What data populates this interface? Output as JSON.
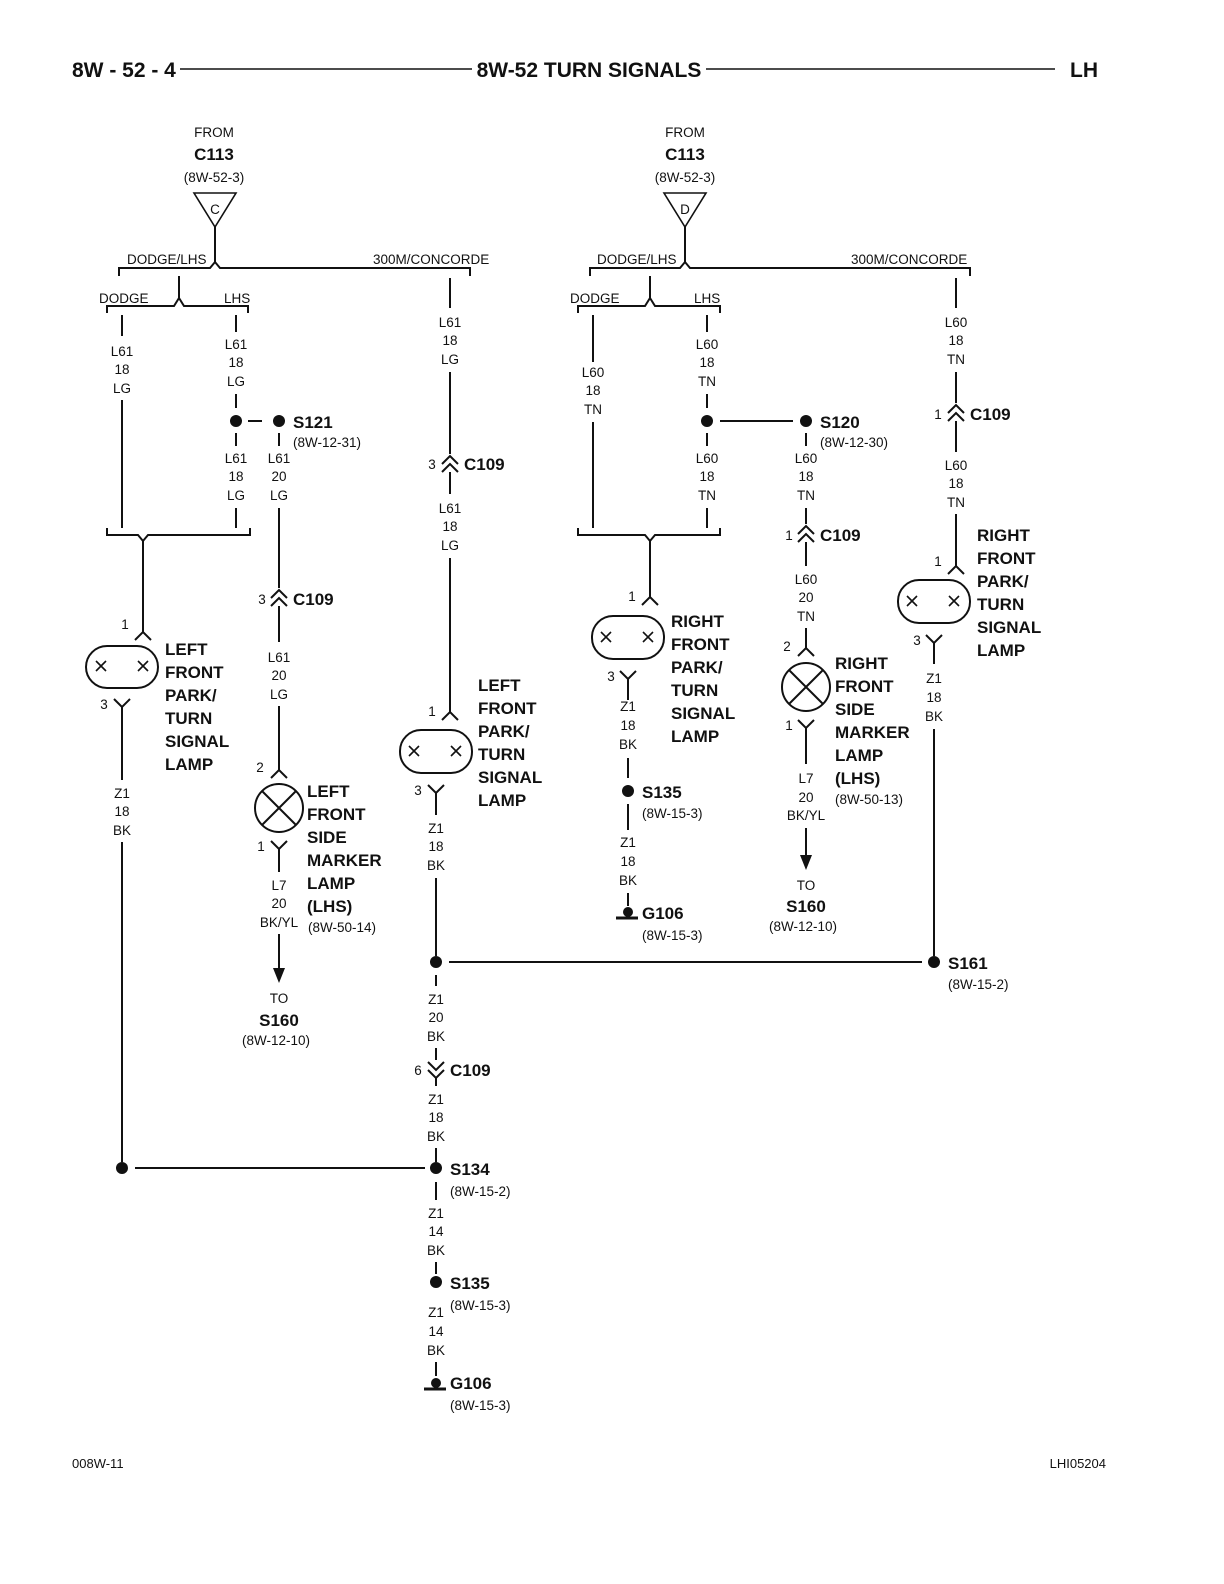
{
  "header": {
    "page_number": "8W - 52 - 4",
    "title": "8W-52 TURN SIGNALS",
    "side": "LH"
  },
  "footer": {
    "left_code": "008W-11",
    "right_code": "LHI05204"
  },
  "labels": {
    "from": "FROM",
    "to": "TO",
    "dodge_lhs": "DODGE/LHS",
    "concorde": "300M/CONCORDE",
    "dodge": "DODGE",
    "lhs": "LHS"
  },
  "sources": [
    {
      "connector": "C113",
      "ref": "(8W-52-3)",
      "pin": "C"
    },
    {
      "connector": "C113",
      "ref": "(8W-52-3)",
      "pin": "D"
    }
  ],
  "wires": {
    "l61_18_lg": [
      "L61",
      "18",
      "LG"
    ],
    "l61_20_lg": [
      "L61",
      "20",
      "LG"
    ],
    "l60_18_tn": [
      "L60",
      "18",
      "TN"
    ],
    "l60_20_tn": [
      "L60",
      "20",
      "TN"
    ],
    "z1_18_bk": [
      "Z1",
      "18",
      "BK"
    ],
    "z1_20_bk": [
      "Z1",
      "20",
      "BK"
    ],
    "z1_14_bk": [
      "Z1",
      "14",
      "BK"
    ],
    "l7_20_bkyl": [
      "L7",
      "20",
      "BK/YL"
    ]
  },
  "connectors": {
    "c109": "C109"
  },
  "pins": {
    "p1": "1",
    "p2": "2",
    "p3": "3",
    "p6": "6"
  },
  "splices": {
    "s121": {
      "name": "S121",
      "ref": "(8W-12-31)"
    },
    "s120": {
      "name": "S120",
      "ref": "(8W-12-30)"
    },
    "s135": {
      "name": "S135",
      "ref": "(8W-15-3)"
    },
    "s161": {
      "name": "S161",
      "ref": "(8W-15-2)"
    },
    "s134": {
      "name": "S134",
      "ref": "(8W-15-2)"
    },
    "s160": {
      "name": "S160",
      "ref": "(8W-12-10)"
    }
  },
  "grounds": {
    "g106": {
      "name": "G106",
      "ref": "(8W-15-3)"
    }
  },
  "lamps": {
    "left_park": [
      "LEFT",
      "FRONT",
      "PARK/",
      "TURN",
      "SIGNAL",
      "LAMP"
    ],
    "right_park": [
      "RIGHT",
      "FRONT",
      "PARK/",
      "TURN",
      "SIGNAL",
      "LAMP"
    ],
    "left_side_marker": [
      "LEFT",
      "FRONT",
      "SIDE",
      "MARKER",
      "LAMP",
      "(LHS)"
    ],
    "right_side_marker": [
      "RIGHT",
      "FRONT",
      "SIDE",
      "MARKER",
      "LAMP",
      "(LHS)"
    ],
    "left_side_marker_ref": "(8W-50-14)",
    "right_side_marker_ref": "(8W-50-13)"
  }
}
